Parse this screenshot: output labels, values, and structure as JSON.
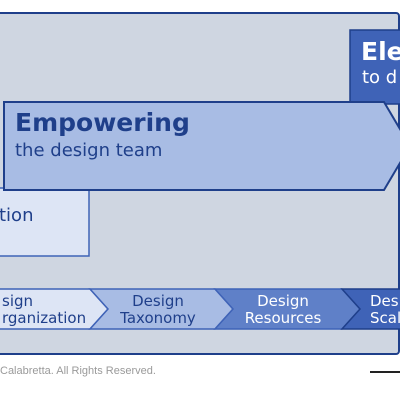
{
  "colors": {
    "panel_bg": "#cfd6e1",
    "border": "#1f3f8a",
    "dark_blue": "#3f63b7",
    "mid_blue": "#a8bce4",
    "light_blue": "#dde5f5",
    "text_dark": "#1f3f8a",
    "text_light": "#ffffff"
  },
  "stages": {
    "left_partial_text": "tion",
    "empowering": {
      "title": "Empowering",
      "subtitle": "the design team"
    },
    "elevating": {
      "title": "Elev",
      "subtitle": "to d"
    }
  },
  "chevrons": [
    {
      "line1": "sign",
      "line2": "rganization"
    },
    {
      "line1": "Design",
      "line2": "Taxonomy"
    },
    {
      "line1": "Design",
      "line2": "Resources"
    },
    {
      "line1": "Desi",
      "line2": "Scal"
    }
  ],
  "footer": {
    "copyright": "Calabretta. All Rights Reserved."
  }
}
